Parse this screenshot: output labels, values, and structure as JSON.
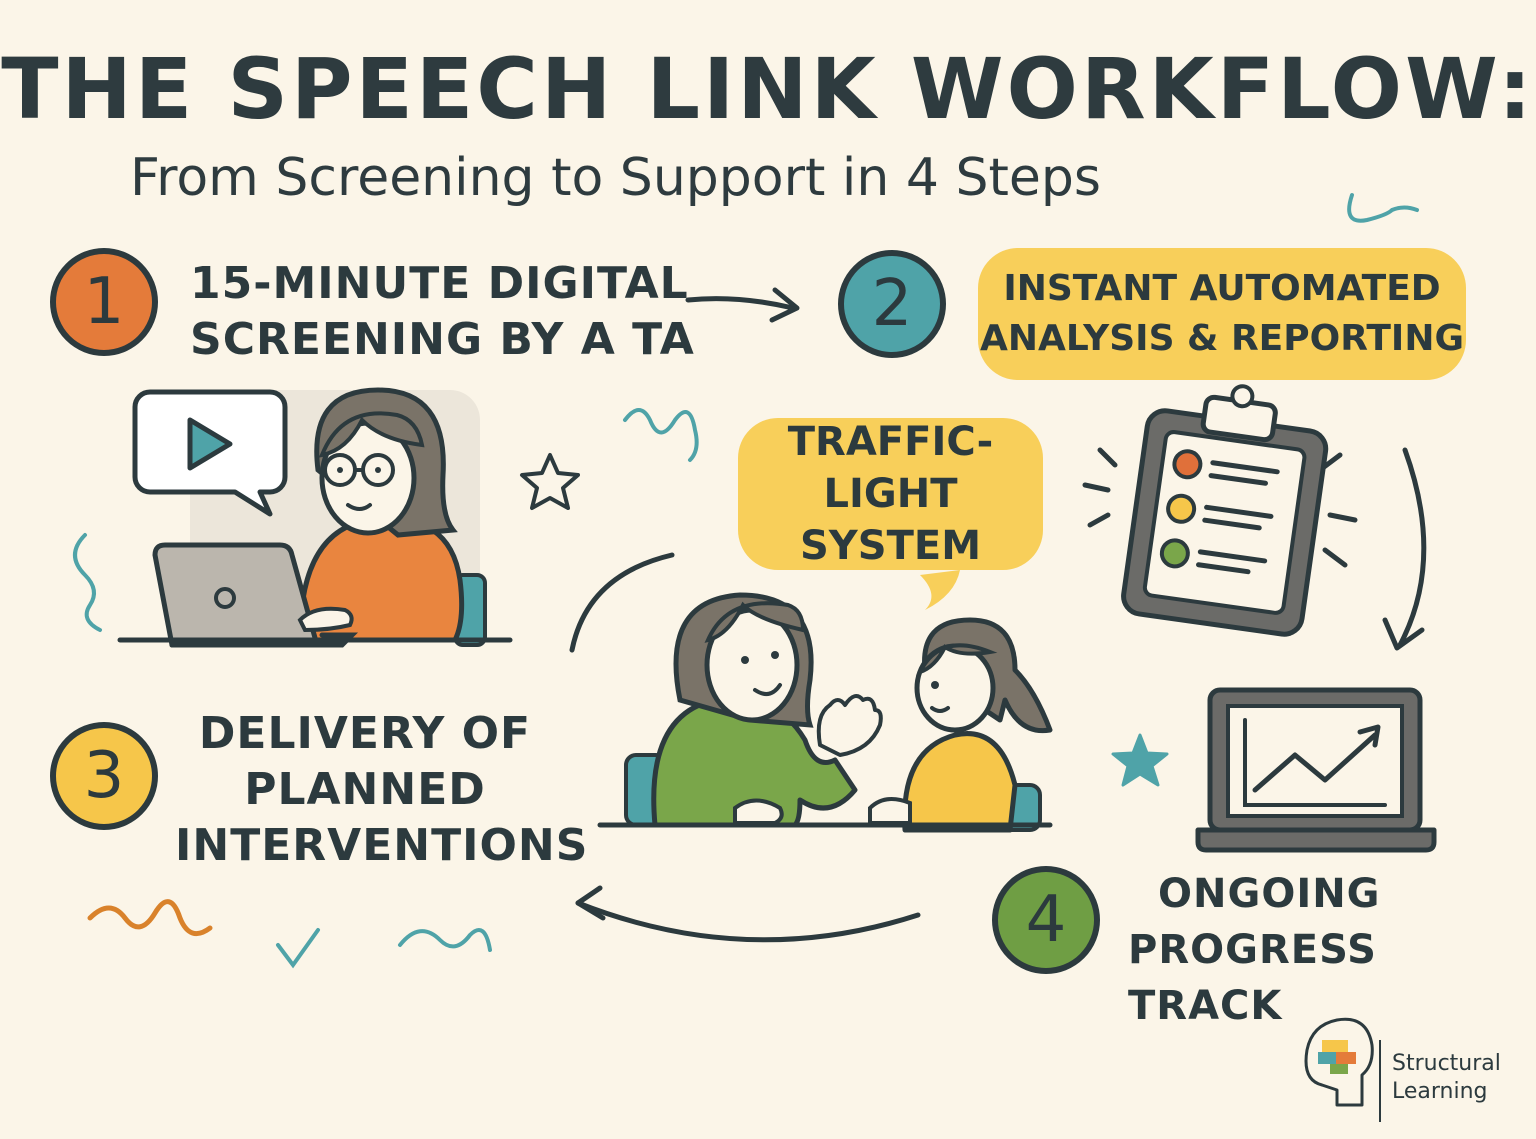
{
  "header": {
    "title": "THE SPEECH LINK WORKFLOW:",
    "subtitle": "From Screening to Support in 4 Steps"
  },
  "steps": [
    {
      "number": "1",
      "lines": [
        "15-MINUTE DIGITAL",
        "SCREENING BY A TA"
      ],
      "color": "#e47b3a"
    },
    {
      "number": "2",
      "lines": [
        "INSTANT AUTOMATED",
        "ANALYSIS & REPORTING"
      ],
      "color": "#4fa3a8"
    },
    {
      "number": "3",
      "lines": [
        "DELIVERY OF",
        "PLANNED",
        "INTERVENTIONS"
      ],
      "color": "#f6c64a"
    },
    {
      "number": "4",
      "lines": [
        "ONGOING",
        "PROGRESS TRACK"
      ],
      "color": "#6f9e44"
    }
  ],
  "speech_bubble": {
    "lines": [
      "TRAFFIC-",
      "LIGHT SYSTEM"
    ]
  },
  "logo": {
    "line1": "Structural",
    "line2": "Learning"
  },
  "colors": {
    "background": "#fbf5e8",
    "ink": "#2c3a3e",
    "orange": "#e47b3a",
    "teal": "#4fa3a8",
    "yellow": "#f8cf5a",
    "green": "#7aa64a",
    "red": "#e0703a"
  }
}
